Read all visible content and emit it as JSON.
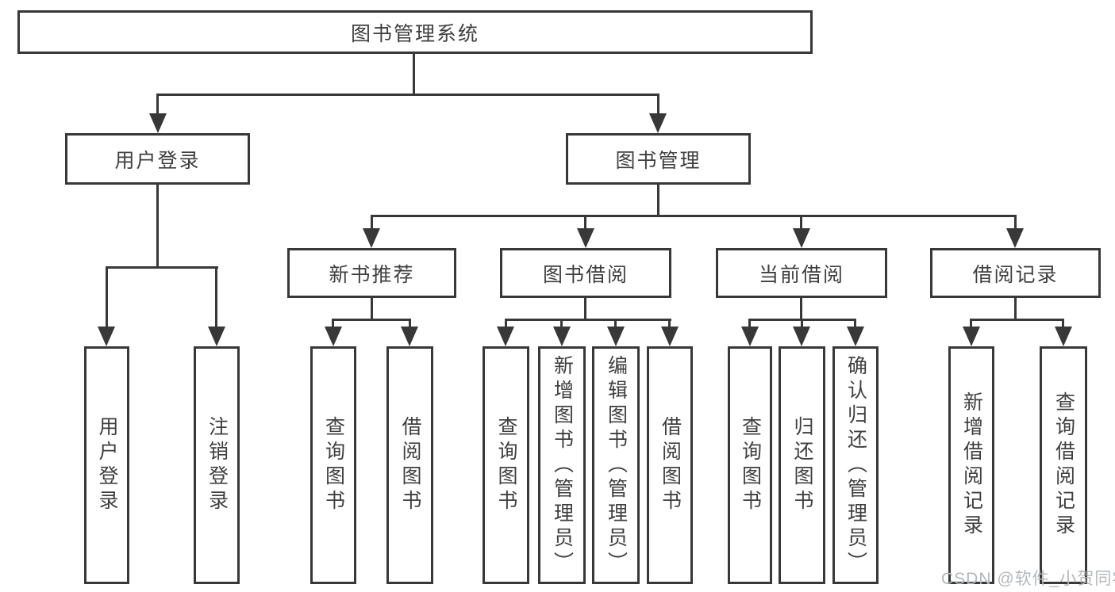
{
  "diagram_title": "图书管理系统",
  "tree": {
    "root": {
      "label": "图书管理系统"
    },
    "branches": {
      "user_login": {
        "label": "用户登录",
        "children": {
          "login": {
            "label": "用户登录"
          },
          "logout": {
            "label": "注销登录"
          }
        }
      },
      "book_mgmt": {
        "label": "图书管理",
        "children": {
          "new_book_rec": {
            "label": "新书推荐",
            "children": {
              "query": {
                "label": "查询图书"
              },
              "borrow": {
                "label": "借阅图书"
              }
            }
          },
          "book_borrow": {
            "label": "图书借阅",
            "children": {
              "query": {
                "label": "查询图书"
              },
              "add": {
                "label": "新增图书（管理员）"
              },
              "edit": {
                "label": "编辑图书（管理员）"
              },
              "borrow": {
                "label": "借阅图书"
              }
            }
          },
          "current_borrow": {
            "label": "当前借阅",
            "children": {
              "query": {
                "label": "查询图书"
              },
              "return": {
                "label": "归还图书"
              },
              "confirm": {
                "label": "确认归还（管理员）"
              }
            }
          },
          "borrow_records": {
            "label": "借阅记录",
            "children": {
              "add": {
                "label": "新增借阅记录"
              },
              "query": {
                "label": "查询借阅记录"
              }
            }
          }
        }
      }
    }
  },
  "watermark": {
    "text": "CSDN @软件_小贺同学",
    "color": "#b3b7ba"
  },
  "colors": {
    "background": "#ffffff",
    "box_fill": "#ffffff",
    "box_border": "#383838",
    "connector_line": "#383838",
    "text": "#3f3f3f"
  }
}
